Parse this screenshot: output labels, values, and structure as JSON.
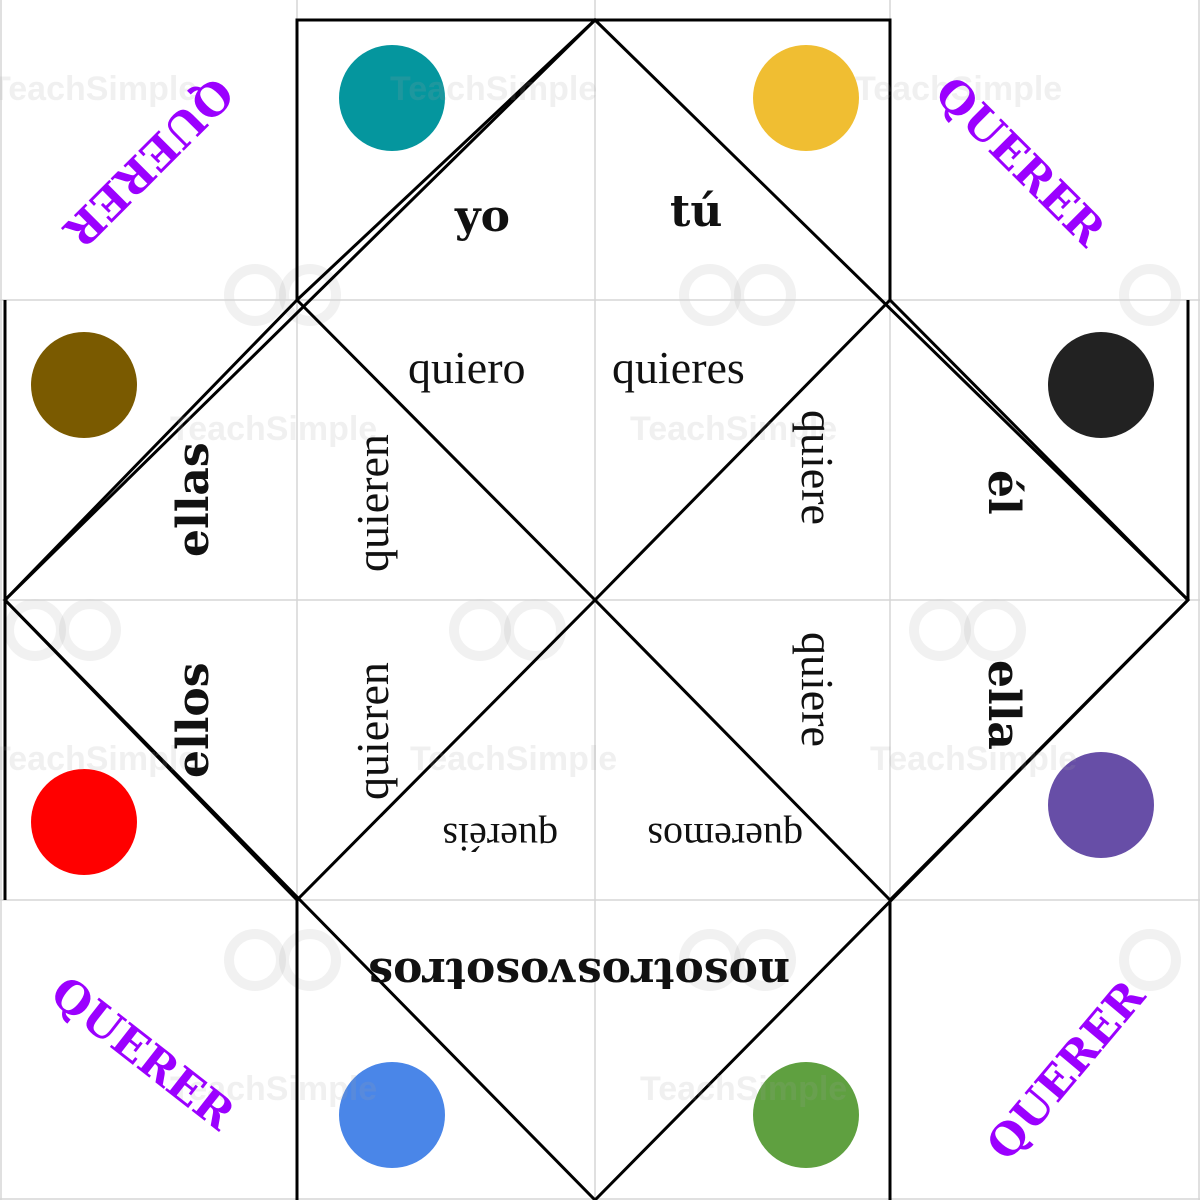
{
  "verb_title": "QUERER",
  "pronouns": {
    "yo": "yo",
    "tu": "tú",
    "el": "él",
    "ella": "ella",
    "nosotros": "nosotros",
    "vosotros": "vosotros",
    "ellos": "ellos",
    "ellas": "ellas"
  },
  "conjugations": {
    "yo": "quiero",
    "tu": "quieres",
    "el": "quiere",
    "ella": "quiere",
    "nosotros": "queremos",
    "vosotros": "queréis",
    "ellos": "quieren",
    "ellas": "quieren"
  },
  "colors": {
    "title": "#9b00ff",
    "teal": "#05969e",
    "yellow": "#f0be32",
    "brown": "#7a5a00",
    "black": "#222222",
    "red": "#ff0000",
    "purple": "#674ea7",
    "blue": "#4a86e8",
    "green": "#5fa040"
  },
  "watermark": "TeachSimple"
}
